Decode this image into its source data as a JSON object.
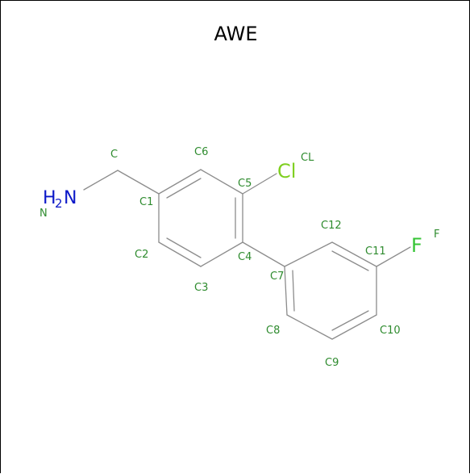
{
  "title": "AWE",
  "colors": {
    "bond": "#8c8c8c",
    "atom_label": "#2e8b2e",
    "nitrogen": "#0a17c8",
    "chlorine": "#7fcf20",
    "fluorine": "#36c436"
  },
  "element_symbols": {
    "amine_h": "H",
    "amine_h_count": "2",
    "amine_n": "N",
    "chlorine": "Cl",
    "fluorine": "F"
  },
  "atom_labels": {
    "n": "N",
    "c": "C",
    "c1": "C1",
    "c2": "C2",
    "c3": "C3",
    "c4": "C4",
    "c5": "C5",
    "c6": "C6",
    "c7": "C7",
    "c8": "C8",
    "c9": "C9",
    "c10": "C10",
    "c11": "C11",
    "c12": "C12",
    "cl": "CL",
    "f": "F"
  }
}
